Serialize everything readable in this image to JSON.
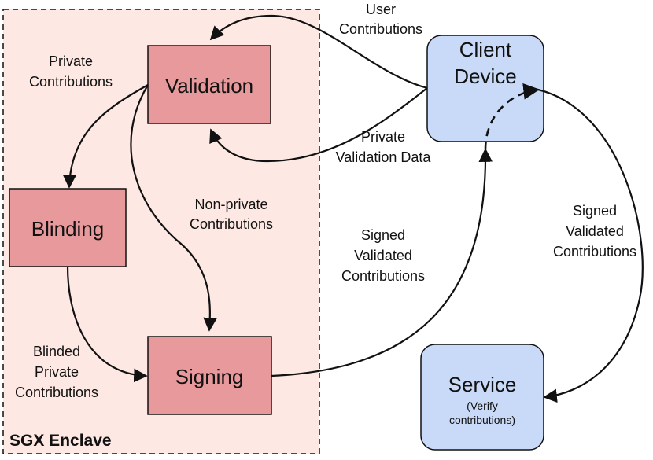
{
  "enclave": {
    "title": "SGX Enclave"
  },
  "nodes": {
    "validation": "Validation",
    "blinding": "Blinding",
    "signing": "Signing",
    "client_device_line1": "Client",
    "client_device_line2": "Device",
    "service": "Service",
    "service_sub_line1": "(Verify",
    "service_sub_line2": "contributions)"
  },
  "edges": {
    "user_contributions": [
      "User",
      "Contributions"
    ],
    "private_contributions": [
      "Private",
      "Contributions"
    ],
    "private_validation_data": [
      "Private",
      "Validation Data"
    ],
    "non_private_contributions": [
      "Non-private",
      "Contributions"
    ],
    "signed_validated_contributions_left": [
      "Signed",
      "Validated",
      "Contributions"
    ],
    "signed_validated_contributions_right": [
      "Signed",
      "Validated",
      "Contributions"
    ],
    "blinded_private_contributions": [
      "Blinded",
      "Private",
      "Contributions"
    ]
  },
  "colors": {
    "enclave_fill": "#fde8e3",
    "process_fill": "#e8999b",
    "device_fill": "#c9daf8",
    "stroke": "#111111"
  }
}
